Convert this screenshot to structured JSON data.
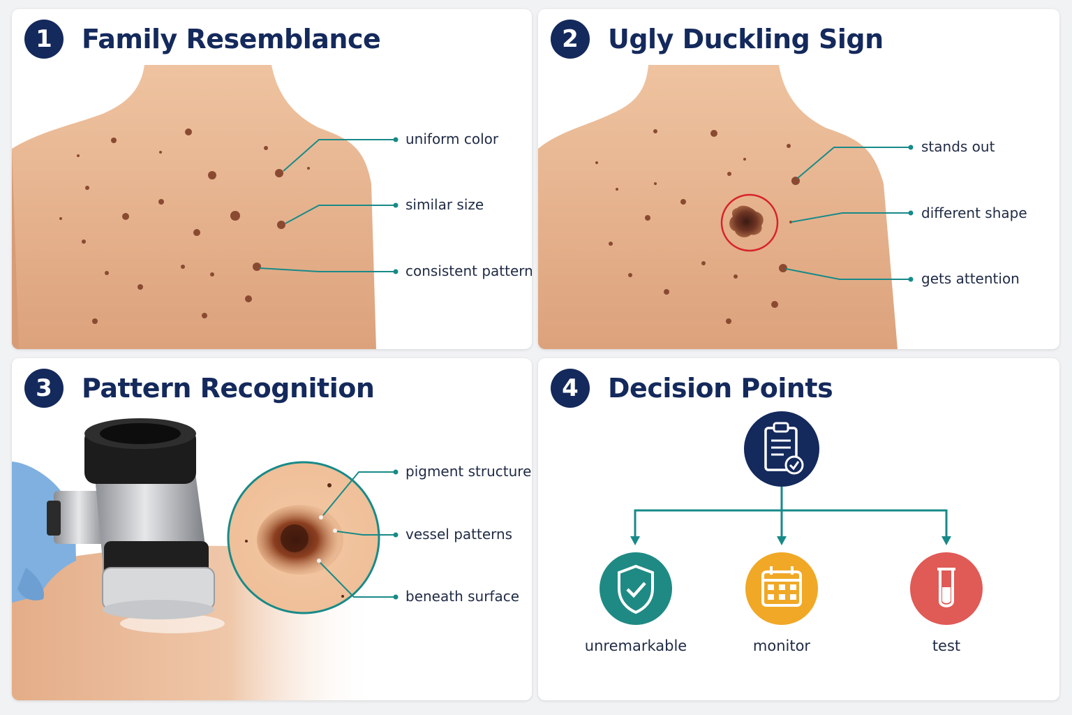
{
  "panels": [
    {
      "number": "1",
      "title": "Family Resemblance",
      "callouts": [
        "uniform color",
        "similar size",
        "consistent pattern"
      ]
    },
    {
      "number": "2",
      "title": "Ugly Duckling Sign",
      "callouts": [
        "stands out",
        "different shape",
        "gets attention"
      ]
    },
    {
      "number": "3",
      "title": "Pattern Recognition",
      "callouts": [
        "pigment structure",
        "vessel patterns",
        "beneath surface"
      ]
    },
    {
      "number": "4",
      "title": "Decision Points",
      "outcomes": [
        {
          "label": "unremarkable",
          "icon": "shield-check-icon",
          "color": "#1f8a84"
        },
        {
          "label": "monitor",
          "icon": "calendar-icon",
          "color": "#f0a826"
        },
        {
          "label": "test",
          "icon": "test-tube-icon",
          "color": "#e05a56"
        }
      ],
      "root_icon": "clipboard-check-icon"
    }
  ],
  "colors": {
    "navy": "#14295c",
    "teal": "#178a88",
    "skin": "#e7b48f",
    "highlight_ring": "#d8232a"
  }
}
